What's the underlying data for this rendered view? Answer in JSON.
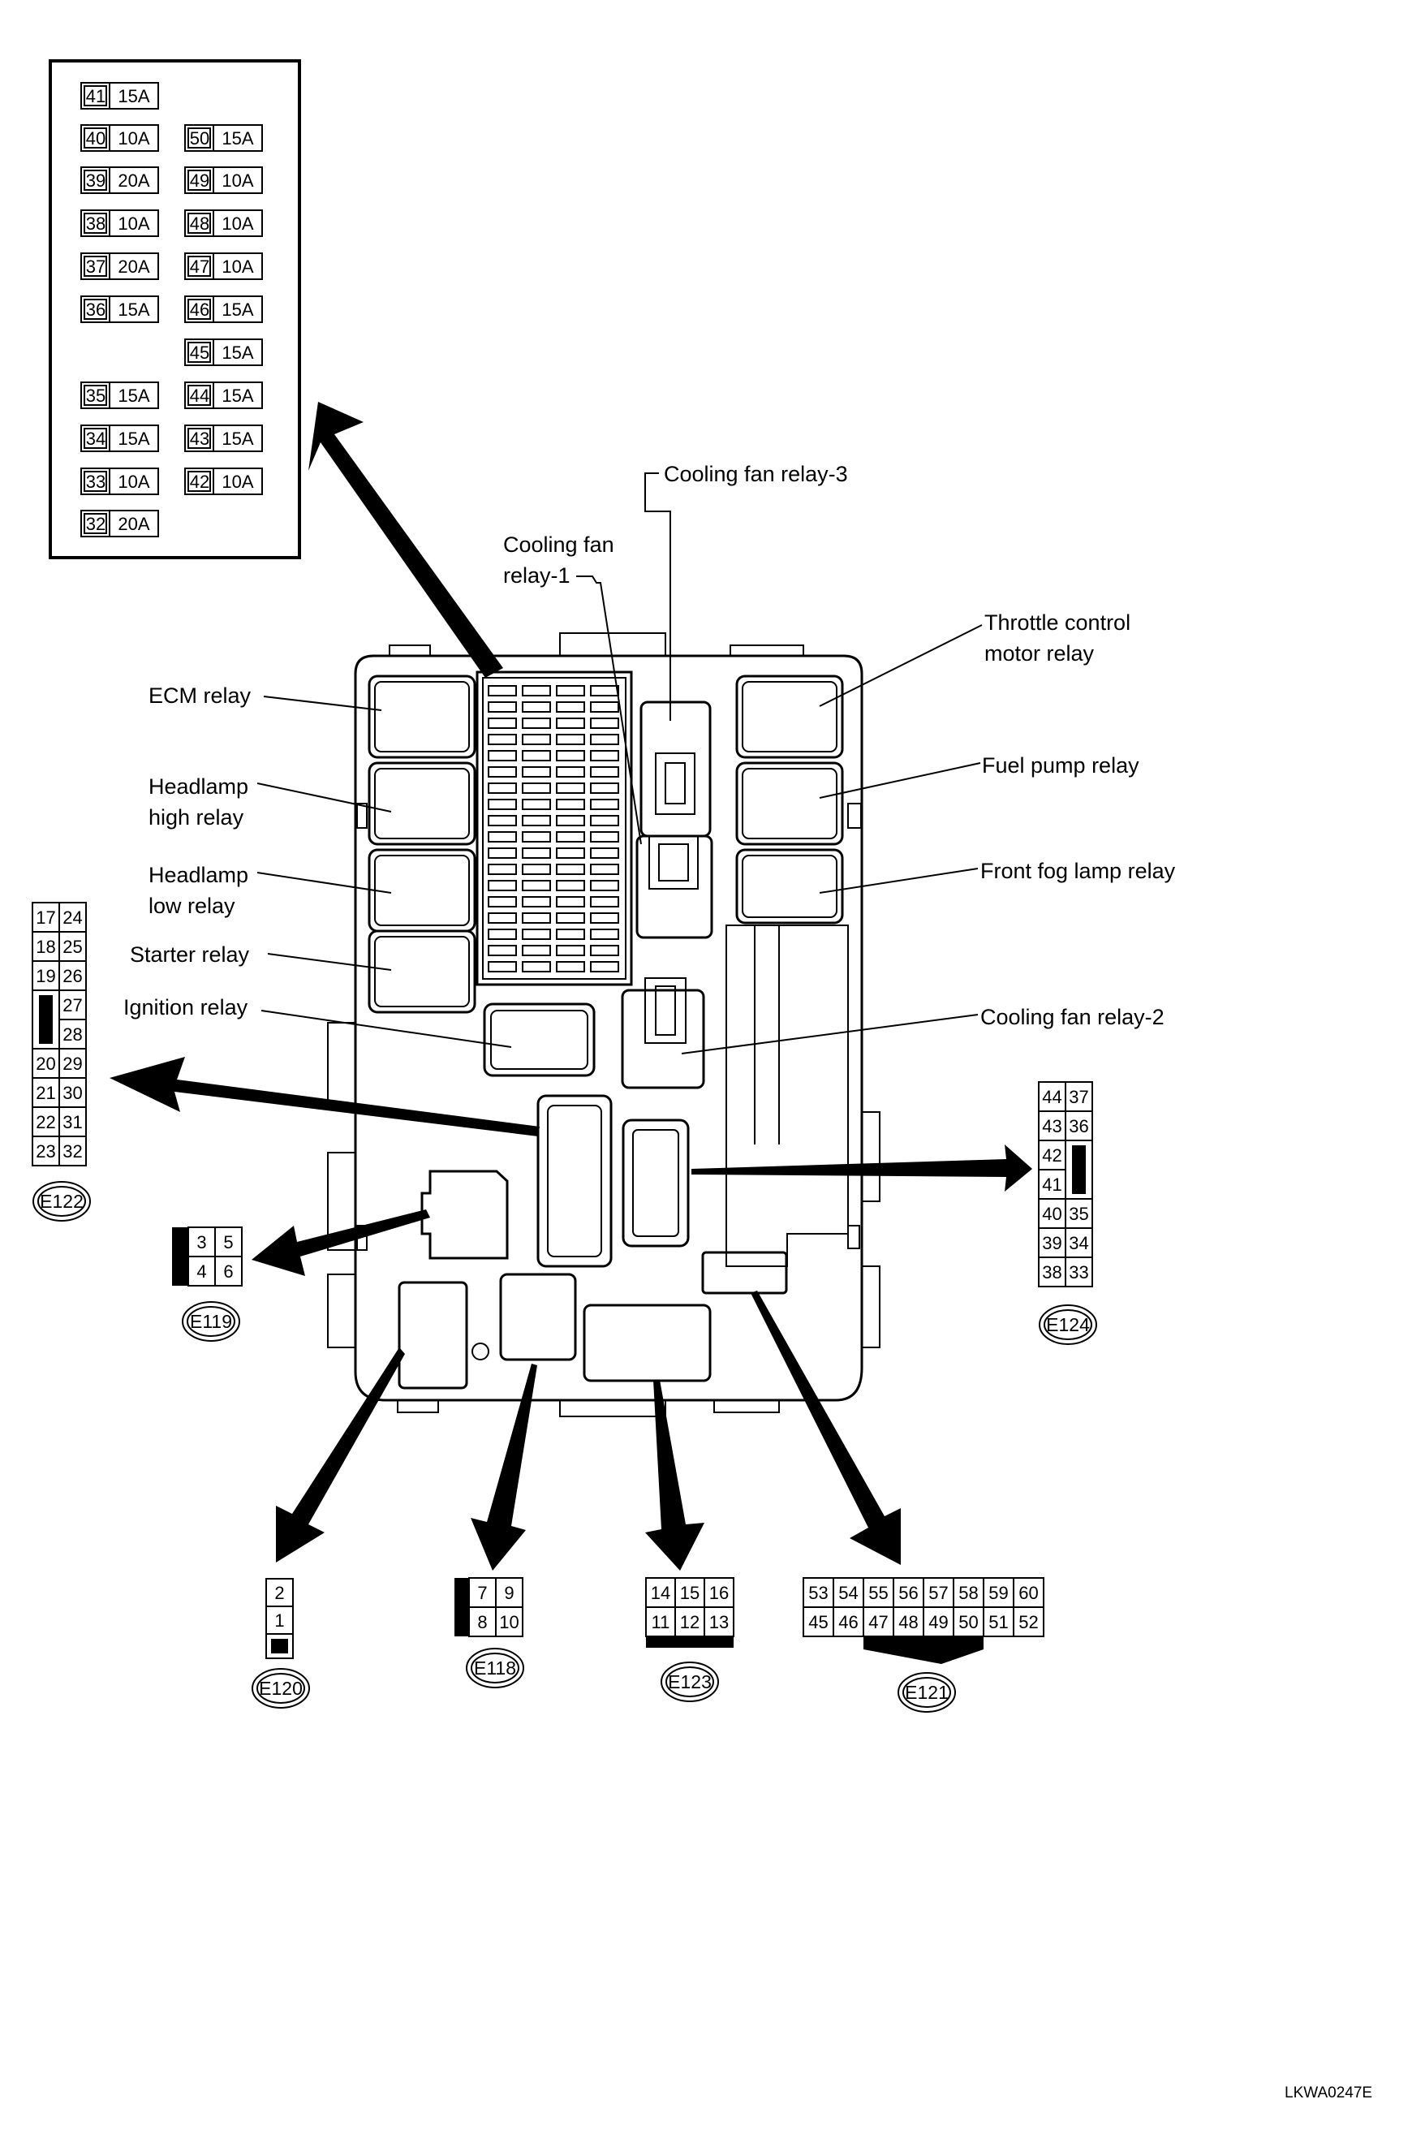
{
  "fuse_panel": {
    "column_left": [
      {
        "num": "41",
        "amp": "15A"
      },
      {
        "num": "40",
        "amp": "10A"
      },
      {
        "num": "39",
        "amp": "20A"
      },
      {
        "num": "38",
        "amp": "10A"
      },
      {
        "num": "37",
        "amp": "20A"
      },
      {
        "num": "36",
        "amp": "15A"
      },
      {
        "num": "35",
        "amp": "15A"
      },
      {
        "num": "34",
        "amp": "15A"
      },
      {
        "num": "33",
        "amp": "10A"
      },
      {
        "num": "32",
        "amp": "20A"
      }
    ],
    "column_right": [
      {
        "num": "50",
        "amp": "15A"
      },
      {
        "num": "49",
        "amp": "10A"
      },
      {
        "num": "48",
        "amp": "10A"
      },
      {
        "num": "47",
        "amp": "10A"
      },
      {
        "num": "46",
        "amp": "15A"
      },
      {
        "num": "45",
        "amp": "15A"
      },
      {
        "num": "44",
        "amp": "15A"
      },
      {
        "num": "43",
        "amp": "15A"
      },
      {
        "num": "42",
        "amp": "10A"
      }
    ]
  },
  "relays": {
    "cooling_fan_relay_3": "Cooling fan relay-3",
    "cooling_fan_relay_1_line1": "Cooling fan",
    "cooling_fan_relay_1_line2": "relay-1",
    "throttle_line1": "Throttle control",
    "throttle_line2": "motor relay",
    "ecm": "ECM relay",
    "fuel_pump": "Fuel pump relay",
    "headlamp_high_line1": "Headlamp",
    "headlamp_high_line2": "high relay",
    "headlamp_low_line1": "Headlamp",
    "headlamp_low_line2": "low relay",
    "front_fog": "Front fog lamp relay",
    "starter": "Starter relay",
    "ignition": "Ignition relay",
    "cooling_fan_relay_2": "Cooling fan relay-2"
  },
  "connectors": {
    "e122": {
      "id": "E122",
      "left": [
        "17",
        "18",
        "19",
        "",
        "",
        "20",
        "21",
        "22",
        "23"
      ],
      "right": [
        "24",
        "25",
        "26",
        "27",
        "28",
        "29",
        "30",
        "31",
        "32"
      ]
    },
    "e124": {
      "id": "E124",
      "left": [
        "44",
        "43",
        "42",
        "41",
        "40",
        "39",
        "38"
      ],
      "right": [
        "37",
        "36",
        "",
        "",
        "35",
        "34",
        "33"
      ]
    },
    "e119": {
      "id": "E119",
      "pins": [
        "3",
        "5",
        "4",
        "6"
      ]
    },
    "e120": {
      "id": "E120",
      "pins": [
        "2",
        "1"
      ]
    },
    "e118": {
      "id": "E118",
      "pins": [
        "7",
        "9",
        "8",
        "10"
      ]
    },
    "e123": {
      "id": "E123",
      "top": [
        "14",
        "15",
        "16"
      ],
      "bottom": [
        "11",
        "12",
        "13"
      ]
    },
    "e121": {
      "id": "E121",
      "top": [
        "53",
        "54",
        "55",
        "56",
        "57",
        "58",
        "59",
        "60"
      ],
      "bottom": [
        "45",
        "46",
        "47",
        "48",
        "49",
        "50",
        "51",
        "52"
      ]
    }
  },
  "figure_code": "LKWA0247E"
}
